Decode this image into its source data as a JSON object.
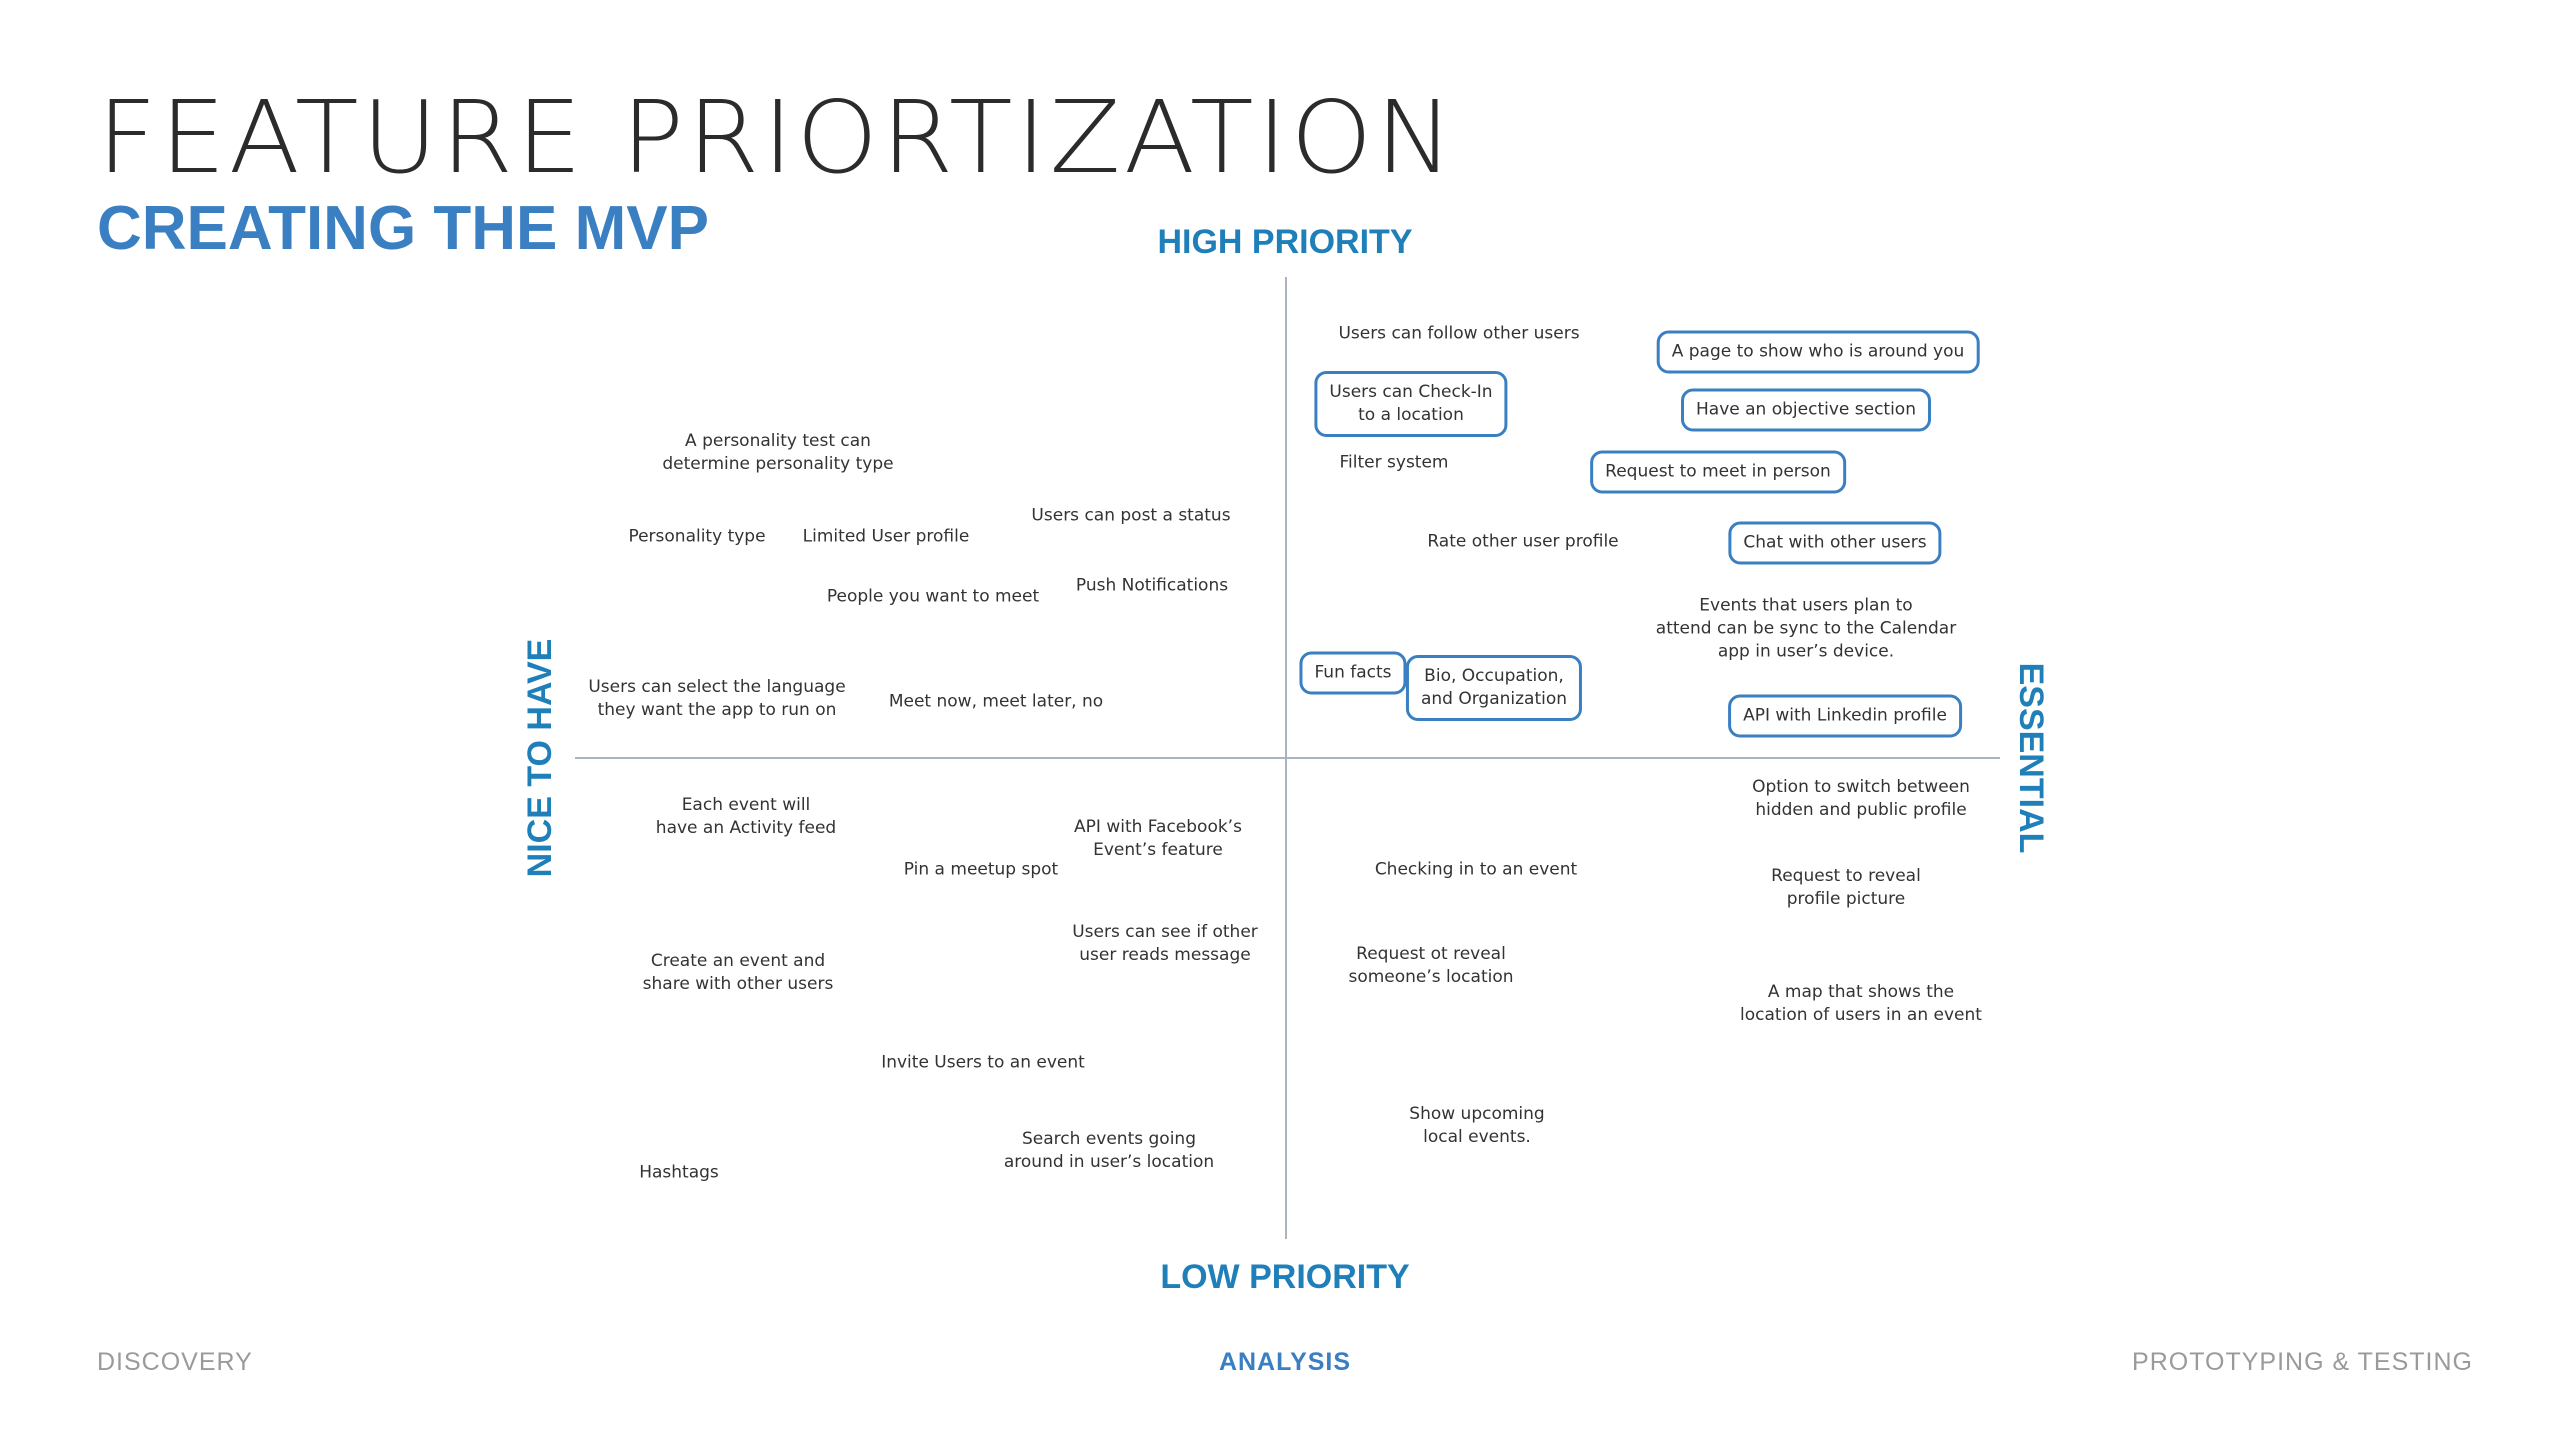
{
  "header": {
    "title": "FEATURE PRIORTIZATION",
    "subtitle": "CREATING THE MVP"
  },
  "axes": {
    "top": "HIGH PRIORITY",
    "bottom": "LOW PRIORITY",
    "left": "NICE TO HAVE",
    "right": "ESSENTIAL"
  },
  "quadrants": {
    "top_left": [
      "A personality test can\ndetermine personality type",
      "Personality type",
      "Limited User profile",
      "Users can post a status",
      "People you want to meet",
      "Push Notifications",
      "Users can select the language\nthey want the app to run on",
      "Meet now, meet later, no"
    ],
    "top_right": [
      "Users can follow other users",
      "A page to show who is around you",
      "Users can Check-In\nto a location",
      "Have an objective section",
      "Filter system",
      "Request to meet in person",
      "Rate other user profile",
      "Chat with other users",
      "Events that users plan to\nattend can be sync to the Calendar\napp in user’s device.",
      "Fun facts",
      "Bio, Occupation,\nand Organization",
      "API with Linkedin profile"
    ],
    "bottom_left": [
      "Each event will\nhave an Activity feed",
      "API with Facebook’s\nEvent’s feature",
      "Pin a meetup spot",
      "Users can see if other\nuser reads message",
      "Create an event and\nshare with other users",
      "Invite Users to an event",
      "Search events going\naround in user’s location",
      "Hashtags"
    ],
    "bottom_right": [
      "Option to switch between\nhidden and public profile",
      "Checking in to an event",
      "Request to reveal\nprofile picture",
      "Request ot reveal\nsomeone’s location",
      "A map that shows the\nlocation of users in an event",
      "Show upcoming\nlocal events."
    ]
  },
  "footer": {
    "left": "DISCOVERY",
    "center": "ANALYSIS",
    "right": "PROTOTYPING & TESTING"
  },
  "colors": {
    "accent": "#3a7fc1",
    "axis_label": "#1f7fb8",
    "axis_line": "#a9b4be",
    "title": "#2b2b2b",
    "muted": "#9a9a9a"
  }
}
